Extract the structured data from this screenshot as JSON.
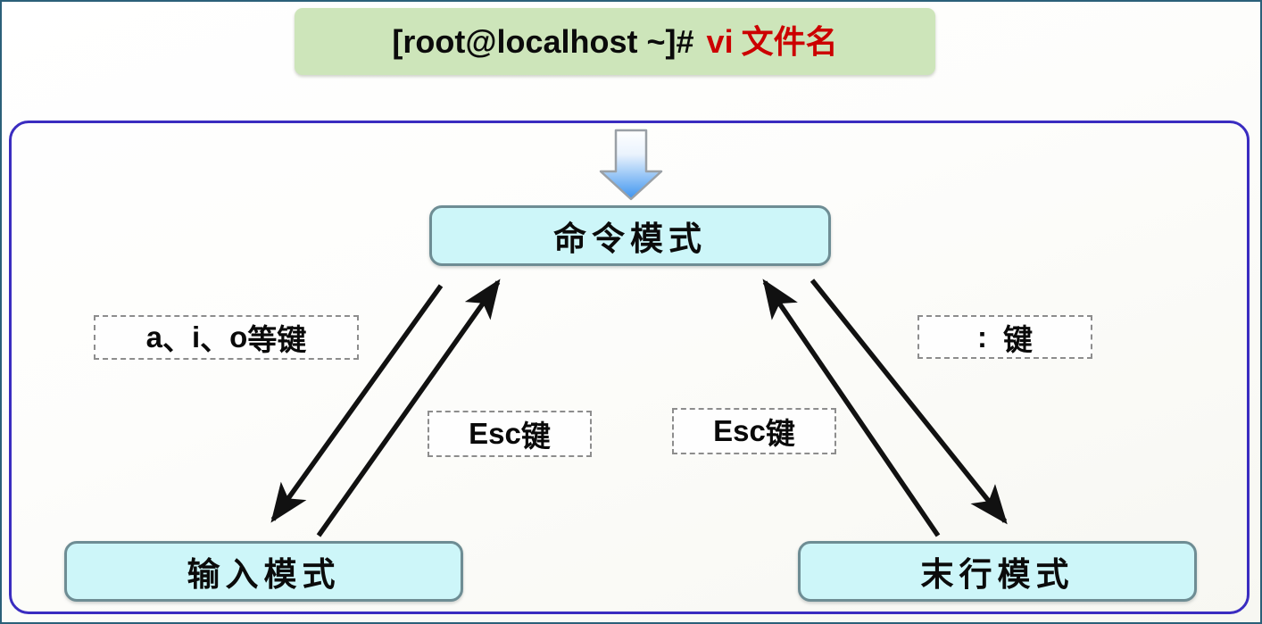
{
  "header": {
    "prompt": "[root@localhost ~]#",
    "command": "vi",
    "argument": "文件名",
    "bg_color": "#cde5ba",
    "prompt_color": "#0b0b0b",
    "command_color": "#cc0000"
  },
  "diagram": {
    "frame_color": "#3a2cc0",
    "box_fill": "#cdf6f9",
    "box_border": "#6e8d94",
    "arrow_color": "#111111",
    "down_arrow_gradient": [
      "#ffffff",
      "#3d94ef"
    ],
    "boxes": [
      {
        "id": "command-mode",
        "label": "命令模式"
      },
      {
        "id": "input-mode",
        "label": "输入模式"
      },
      {
        "id": "lastline-mode",
        "label": "末行模式"
      }
    ],
    "key_labels": [
      {
        "id": "insert-keys",
        "latin": "a",
        "full": "a、i、o等键",
        "parts": [
          "a",
          "、",
          "i",
          "、",
          "o",
          "等键"
        ]
      },
      {
        "id": "colon-key",
        "full": ": 键",
        "latin": ":",
        "cjk": "键"
      },
      {
        "id": "esc-left",
        "full": "Esc键",
        "latin": "Esc",
        "cjk": "键"
      },
      {
        "id": "esc-right",
        "full": "Esc键",
        "latin": "Esc",
        "cjk": "键"
      }
    ],
    "transitions": [
      {
        "from": "command-mode",
        "to": "input-mode",
        "trigger": "a、i、o等键"
      },
      {
        "from": "input-mode",
        "to": "command-mode",
        "trigger": "Esc键"
      },
      {
        "from": "command-mode",
        "to": "lastline-mode",
        "trigger": ": 键"
      },
      {
        "from": "lastline-mode",
        "to": "command-mode",
        "trigger": "Esc键"
      }
    ],
    "entry_arrow": "down-arrow-into-command-mode"
  }
}
